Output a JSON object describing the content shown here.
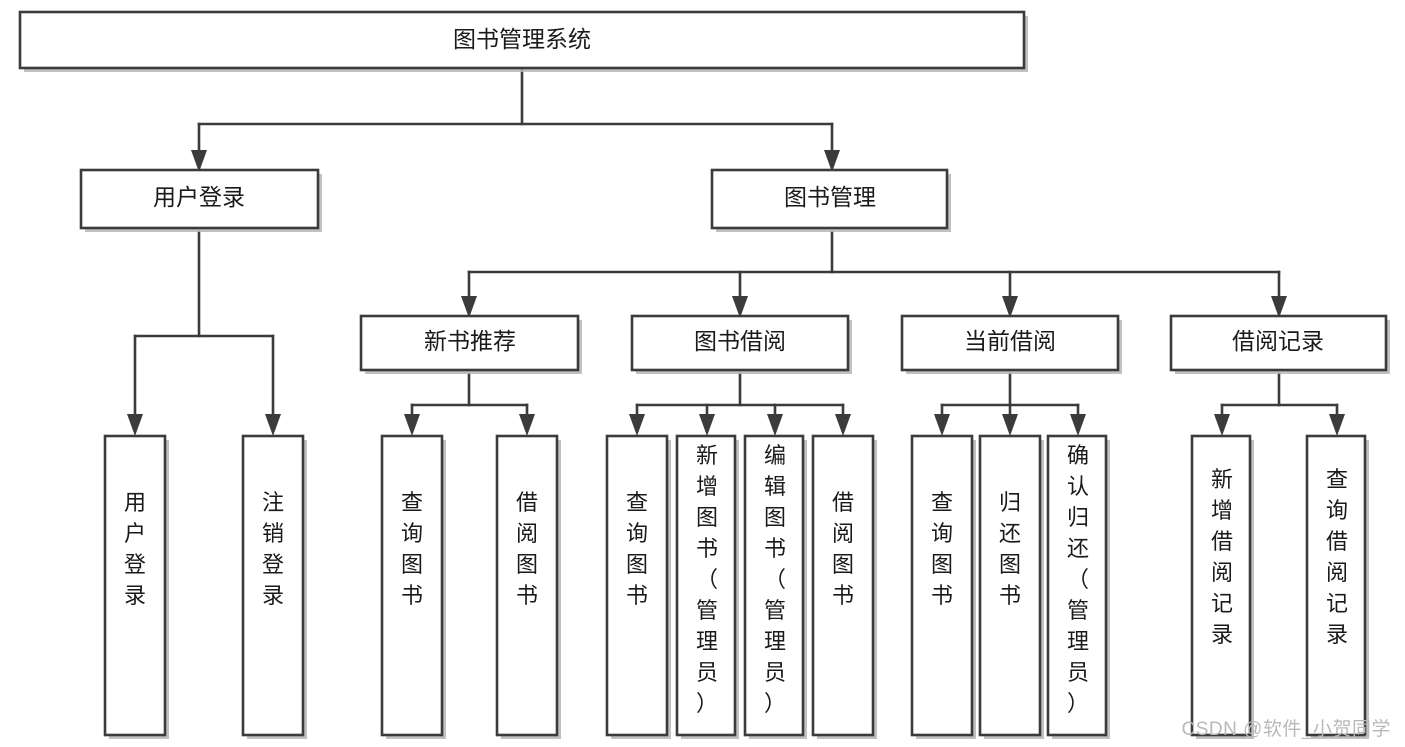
{
  "diagram": {
    "type": "tree-flowchart",
    "title_node": {
      "id": "root",
      "label": "图书管理系统"
    },
    "level2": [
      {
        "id": "login",
        "label": "用户登录"
      },
      {
        "id": "bookmgmt",
        "label": "图书管理"
      }
    ],
    "level3": [
      {
        "id": "newbook",
        "label": "新书推荐",
        "parent": "bookmgmt"
      },
      {
        "id": "borrow",
        "label": "图书借阅",
        "parent": "bookmgmt"
      },
      {
        "id": "current",
        "label": "当前借阅",
        "parent": "bookmgmt"
      },
      {
        "id": "record",
        "label": "借阅记录",
        "parent": "bookmgmt"
      }
    ],
    "leaves": [
      {
        "id": "leaf-1",
        "label": "用户登录",
        "parent": "login"
      },
      {
        "id": "leaf-2",
        "label": "注销登录",
        "parent": "login"
      },
      {
        "id": "leaf-3",
        "label": "查询图书",
        "parent": "newbook"
      },
      {
        "id": "leaf-4",
        "label": "借阅图书",
        "parent": "newbook"
      },
      {
        "id": "leaf-5",
        "label": "查询图书",
        "parent": "borrow"
      },
      {
        "id": "leaf-6",
        "label": "新增图书（管理员）",
        "parent": "borrow"
      },
      {
        "id": "leaf-7",
        "label": "编辑图书（管理员）",
        "parent": "borrow"
      },
      {
        "id": "leaf-8",
        "label": "借阅图书",
        "parent": "borrow"
      },
      {
        "id": "leaf-9",
        "label": "查询图书",
        "parent": "current"
      },
      {
        "id": "leaf-10",
        "label": "归还图书",
        "parent": "current"
      },
      {
        "id": "leaf-11",
        "label": "确认归还（管理员）",
        "parent": "current"
      },
      {
        "id": "leaf-12",
        "label": "新增借阅记录",
        "parent": "record"
      },
      {
        "id": "leaf-13",
        "label": "查询借阅记录",
        "parent": "record"
      }
    ]
  },
  "watermark": {
    "text": "CSDN @软件_小贺同学"
  },
  "colors": {
    "box_stroke": "#3b3b3b",
    "box_fill": "#ffffff",
    "text": "#1a1a1a",
    "shadow": "#b6b6b6",
    "watermark": "#b9b9b9",
    "background": "#ffffff"
  }
}
